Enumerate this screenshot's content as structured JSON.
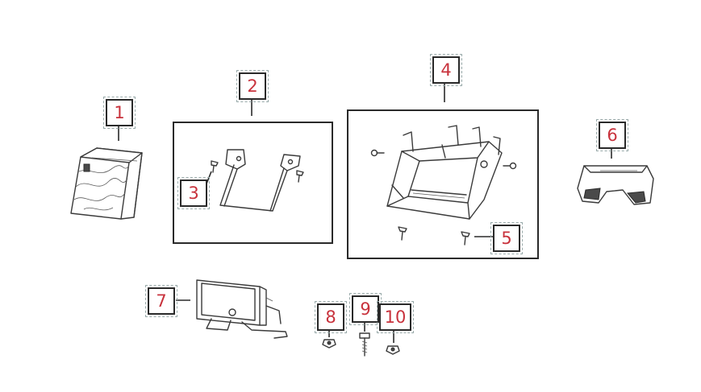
{
  "callouts": {
    "c1": "1",
    "c2": "2",
    "c3": "3",
    "c4": "4",
    "c5": "5",
    "c6": "6",
    "c7": "7",
    "c8": "8",
    "c9": "9",
    "c10": "10"
  },
  "colors": {
    "callout_text": "#c8323c",
    "line": "#3a3a3a",
    "background": "#ffffff"
  }
}
